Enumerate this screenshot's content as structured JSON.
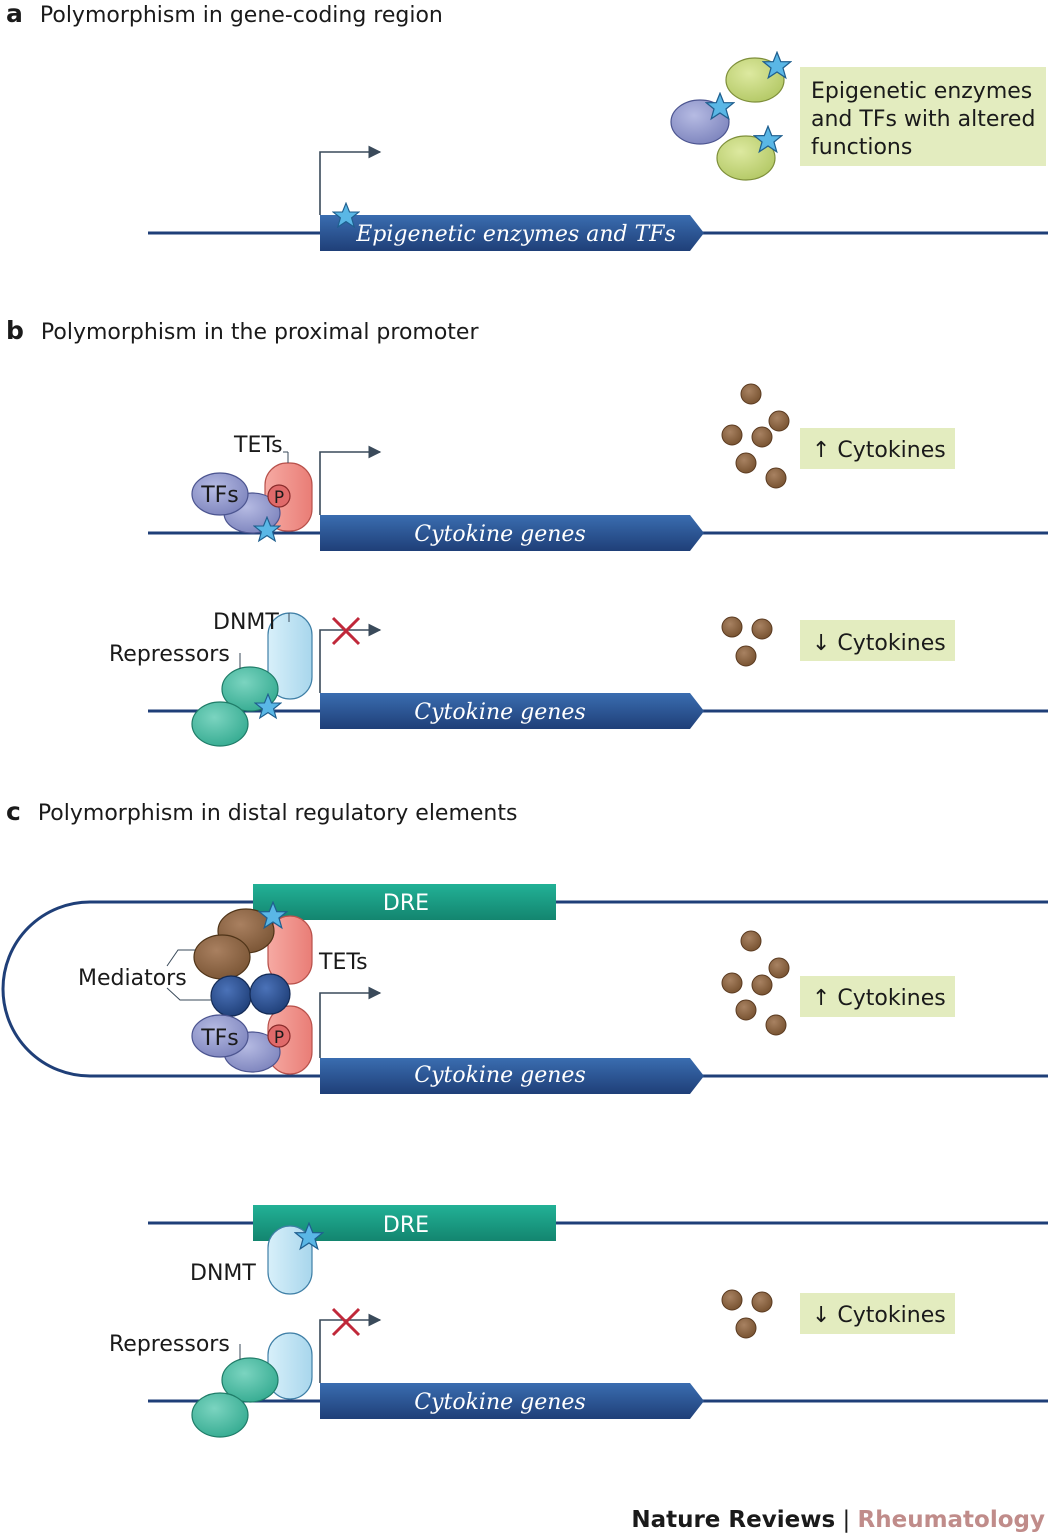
{
  "panels": {
    "a": {
      "letter": "a",
      "title": "Polymorphism in gene-coding region"
    },
    "b": {
      "letter": "b",
      "title": "Polymorphism in the proximal promoter"
    },
    "c": {
      "letter": "c",
      "title": "Polymorphism in distal regulatory elements"
    }
  },
  "genes": {
    "coding": "Epigenetic enzymes and TFs",
    "cytokine": "Cytokine genes",
    "dre": "DRE"
  },
  "labels": {
    "tets": "TETs",
    "tfs": "TFs",
    "p": "P",
    "dnmt": "DNMT",
    "repressors": "Repressors",
    "mediators": "Mediators"
  },
  "boxes": {
    "altered_line1": "Epigenetic enzymes",
    "altered_line2": "and TFs with altered",
    "altered_line3": "functions",
    "up_cytokines": "↑ Cytokines",
    "down_cytokines": "↓ Cytokines"
  },
  "footer": {
    "journal": "Nature Reviews",
    "separator": " | ",
    "section": "Rheumatology"
  },
  "colors": {
    "dna": "#1f3f78",
    "gene_arrow": "#2e5b9a",
    "dre": "#199f86",
    "tet": "#f0908a",
    "tf": "#8f96c9",
    "dnmt": "#bfe3f3",
    "repressor": "#4cbfa6",
    "mediator": "#8a6442",
    "mediator_dark": "#2b4f94",
    "enzyme": "#c5d77a",
    "star": "#5ab7e6",
    "cytokine": "#8a6442",
    "box_bg": "#e3ecbf",
    "block_x": "#c0283a",
    "section_text": "#c08c8a"
  }
}
